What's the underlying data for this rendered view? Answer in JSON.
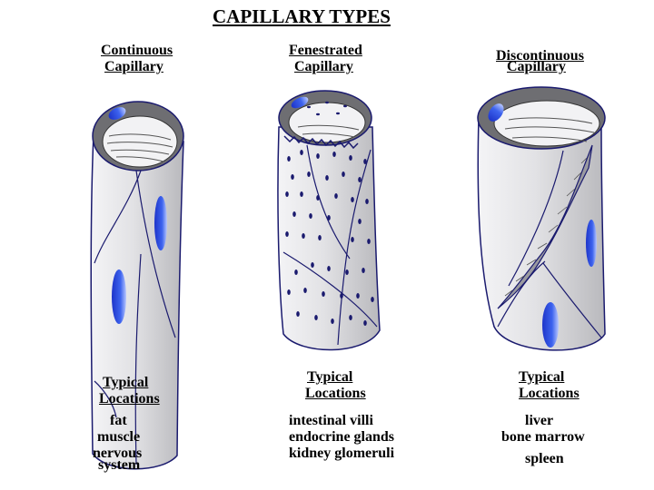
{
  "title": "CAPILLARY TYPES",
  "types": [
    {
      "name_line1": "Continuous",
      "name_line2": "Capillary",
      "locations_heading_line1": "Typical",
      "locations_heading_line2": "Locations",
      "locations": [
        "fat",
        "muscle",
        "nervous",
        "system"
      ]
    },
    {
      "name_line1": "Fenestrated",
      "name_line2": "Capillary",
      "locations_heading_line1": "Typical",
      "locations_heading_line2": "Locations",
      "locations": [
        "intestinal villi",
        "endocrine glands",
        "kidney glomeruli"
      ]
    },
    {
      "name_line1": "Discontinuous",
      "name_line2": "Capillary",
      "locations_heading_line1": "Typical",
      "locations_heading_line2": "Locations",
      "locations": [
        "liver",
        "bone marrow",
        "spleen"
      ]
    }
  ],
  "colors": {
    "tube_fill": "#d9d9db",
    "tube_outline": "#1a1a6e",
    "lumen_dark": "#6e6e72",
    "nucleus_blue": "#2d4fd8"
  }
}
